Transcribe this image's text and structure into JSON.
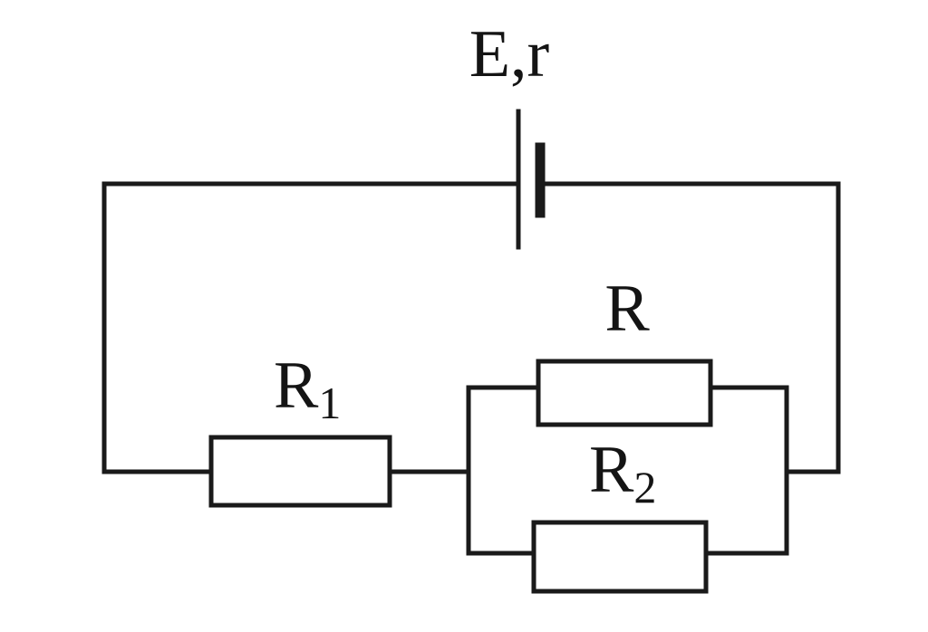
{
  "battery": {
    "label": "E,r"
  },
  "resistors": {
    "r1": {
      "main": "R",
      "sub": "1"
    },
    "r": {
      "main": "R"
    },
    "r2": {
      "main": "R",
      "sub": "2"
    }
  }
}
